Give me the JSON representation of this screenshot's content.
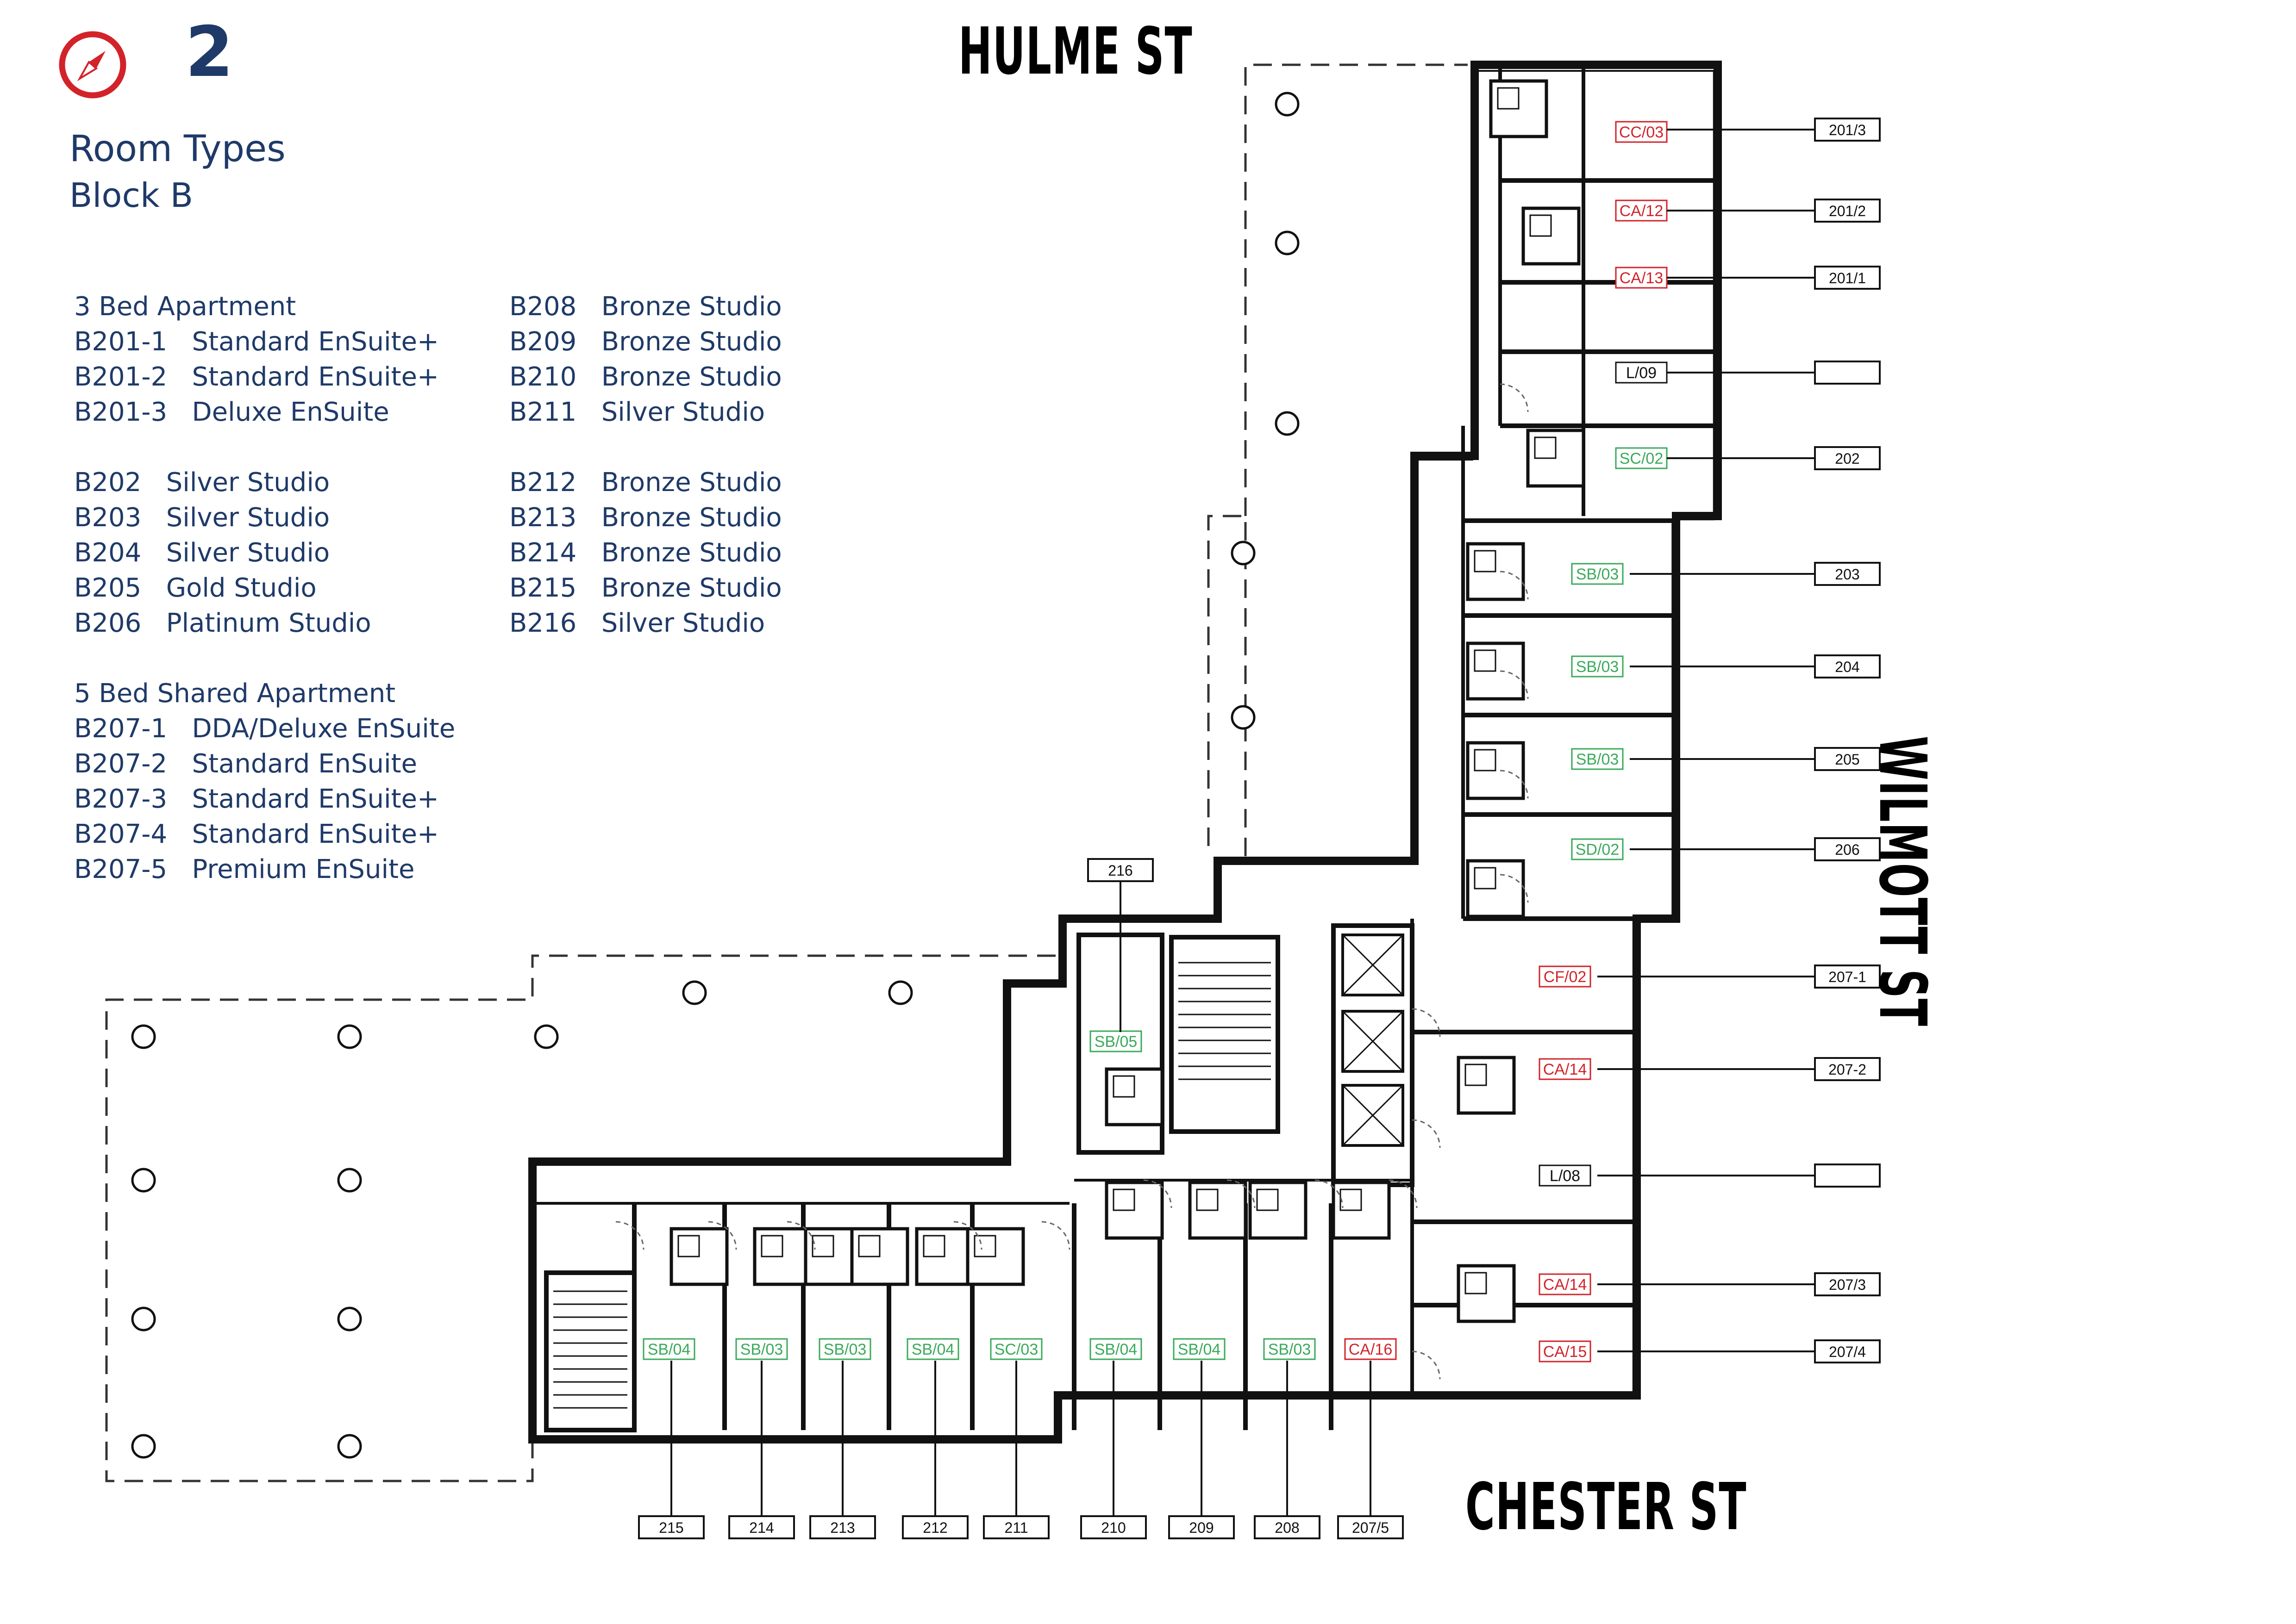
{
  "header": {
    "floor_number": "2",
    "title": "Room Types",
    "subtitle": "Block B",
    "compass_icon": "compass-icon",
    "accent_color": "#d2232a",
    "text_color": "#1f3a68"
  },
  "legend": {
    "left_column": [
      {
        "code": "3 Bed Apartment",
        "type": ""
      },
      {
        "code": "B201-1",
        "type": "Standard EnSuite+"
      },
      {
        "code": "B201-2",
        "type": "Standard EnSuite+"
      },
      {
        "code": "B201-3",
        "type": "Deluxe EnSuite"
      },
      {
        "code": "",
        "type": ""
      },
      {
        "code": "B202",
        "type": "Silver Studio"
      },
      {
        "code": "B203",
        "type": "Silver Studio"
      },
      {
        "code": "B204",
        "type": "Silver Studio"
      },
      {
        "code": "B205",
        "type": "Gold Studio"
      },
      {
        "code": "B206",
        "type": "Platinum Studio"
      },
      {
        "code": "",
        "type": ""
      },
      {
        "code": "5 Bed Shared Apartment",
        "type": ""
      },
      {
        "code": "B207-1",
        "type": "DDA/Deluxe EnSuite"
      },
      {
        "code": "B207-2",
        "type": "Standard EnSuite"
      },
      {
        "code": "B207-3",
        "type": "Standard EnSuite+"
      },
      {
        "code": "B207-4",
        "type": "Standard EnSuite+"
      },
      {
        "code": "B207-5",
        "type": "Premium EnSuite"
      }
    ],
    "right_column": [
      {
        "code": "B208",
        "type": "Bronze Studio"
      },
      {
        "code": "B209",
        "type": "Bronze Studio"
      },
      {
        "code": "B210",
        "type": "Bronze Studio"
      },
      {
        "code": "B211",
        "type": "Silver Studio"
      },
      {
        "code": "",
        "type": ""
      },
      {
        "code": "B212",
        "type": "Bronze Studio"
      },
      {
        "code": "B213",
        "type": "Bronze Studio"
      },
      {
        "code": "B214",
        "type": "Bronze Studio"
      },
      {
        "code": "B215",
        "type": "Bronze Studio"
      },
      {
        "code": "B216",
        "type": "Silver Studio"
      }
    ]
  },
  "streets": {
    "north": "HULME ST",
    "east": "WILMOTT ST",
    "south": "CHESTER ST"
  },
  "plan": {
    "colors": {
      "green_label": "#3aaa5a",
      "red_label": "#d2232a",
      "wall": "#111111",
      "dashed": "#333333"
    },
    "room_tags": [
      {
        "tag": "CC/03",
        "color": "red"
      },
      {
        "tag": "CA/12",
        "color": "red"
      },
      {
        "tag": "CA/13",
        "color": "red"
      },
      {
        "tag": "L/09",
        "color": "black"
      },
      {
        "tag": "SC/02",
        "color": "green"
      },
      {
        "tag": "SB/03",
        "color": "green"
      },
      {
        "tag": "SB/03",
        "color": "green"
      },
      {
        "tag": "SB/03",
        "color": "green"
      },
      {
        "tag": "SD/02",
        "color": "green"
      },
      {
        "tag": "CF/02",
        "color": "red"
      },
      {
        "tag": "CA/14",
        "color": "red"
      },
      {
        "tag": "L/08",
        "color": "black"
      },
      {
        "tag": "CA/14",
        "color": "red"
      },
      {
        "tag": "CA/15",
        "color": "red"
      },
      {
        "tag": "SB/05",
        "color": "green"
      },
      {
        "tag": "SB/04",
        "color": "green"
      },
      {
        "tag": "SB/03",
        "color": "green"
      },
      {
        "tag": "SB/03",
        "color": "green"
      },
      {
        "tag": "SB/04",
        "color": "green"
      },
      {
        "tag": "SC/03",
        "color": "green"
      },
      {
        "tag": "SB/04",
        "color": "green"
      },
      {
        "tag": "SB/04",
        "color": "green"
      },
      {
        "tag": "SB/03",
        "color": "green"
      },
      {
        "tag": "CA/16",
        "color": "red"
      }
    ],
    "callouts": [
      {
        "label": "201/3"
      },
      {
        "label": "201/2"
      },
      {
        "label": "201/1"
      },
      {
        "label": ""
      },
      {
        "label": "202"
      },
      {
        "label": "203"
      },
      {
        "label": "204"
      },
      {
        "label": "205"
      },
      {
        "label": "206"
      },
      {
        "label": "207-1"
      },
      {
        "label": "207-2"
      },
      {
        "label": ""
      },
      {
        "label": "207/3"
      },
      {
        "label": "207/4"
      },
      {
        "label": "216"
      },
      {
        "label": "215"
      },
      {
        "label": "214"
      },
      {
        "label": "213"
      },
      {
        "label": "212"
      },
      {
        "label": "211"
      },
      {
        "label": "210"
      },
      {
        "label": "209"
      },
      {
        "label": "208"
      },
      {
        "label": "207/5"
      }
    ]
  }
}
